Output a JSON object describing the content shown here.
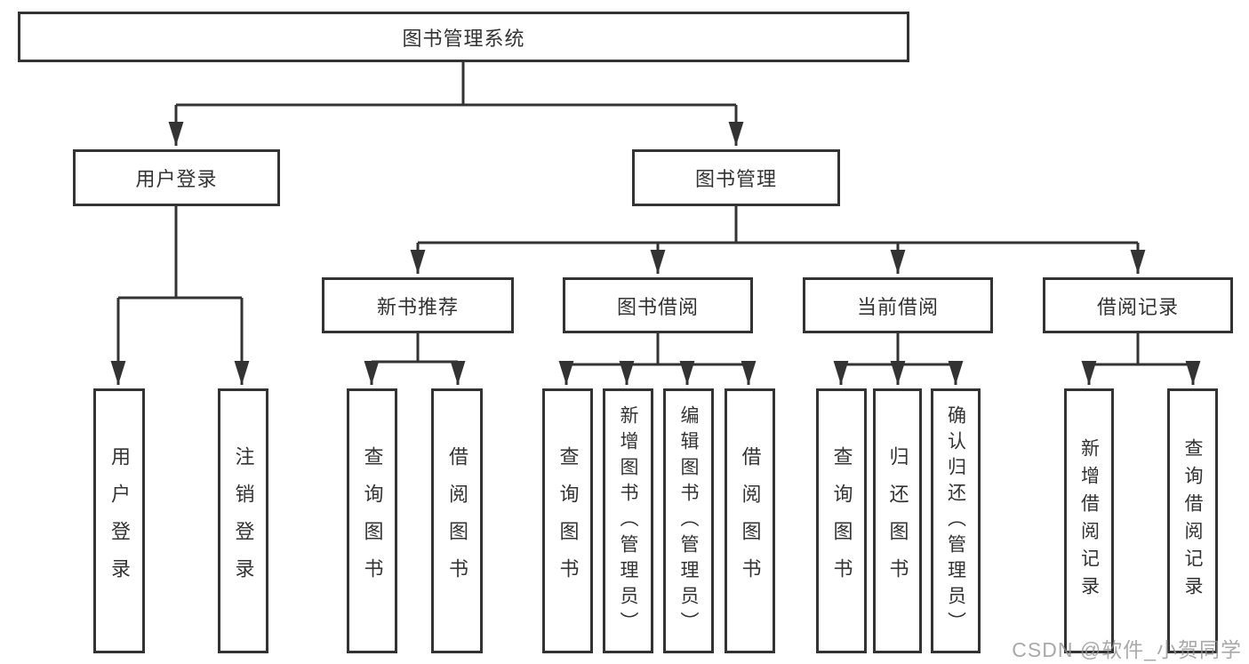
{
  "tree": {
    "label": "图书管理系统",
    "children": [
      {
        "label": "用户登录",
        "children": [
          {
            "label": "用户登录"
          },
          {
            "label": "注销登录"
          }
        ]
      },
      {
        "label": "图书管理",
        "children": [
          {
            "label": "新书推荐",
            "children": [
              {
                "label": "查询图书"
              },
              {
                "label": "借阅图书"
              }
            ]
          },
          {
            "label": "图书借阅",
            "children": [
              {
                "label": "查询图书"
              },
              {
                "label": "新增图书（管理员）"
              },
              {
                "label": "编辑图书（管理员）"
              },
              {
                "label": "借阅图书"
              }
            ]
          },
          {
            "label": "当前借阅",
            "children": [
              {
                "label": "查询图书"
              },
              {
                "label": "归还图书"
              },
              {
                "label": "确认归还（管理员）"
              }
            ]
          },
          {
            "label": "借阅记录",
            "children": [
              {
                "label": "新增借阅记录"
              },
              {
                "label": "查询借阅记录"
              }
            ]
          }
        ]
      }
    ]
  },
  "watermark": "CSDN @软件_小贺同学",
  "colors": {
    "line": "#333333",
    "background": "#ffffff",
    "watermark": "#949494"
  }
}
